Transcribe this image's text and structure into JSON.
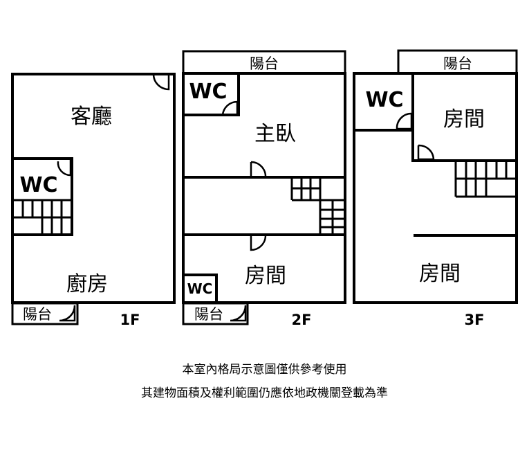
{
  "floors": [
    {
      "label": "1F",
      "rooms": {
        "living": "客廳",
        "wc": "WC",
        "kitchen": "廚房",
        "balcony": "陽台"
      }
    },
    {
      "label": "2F",
      "rooms": {
        "balcony_top": "陽台",
        "wc_top": "WC",
        "master": "主臥",
        "room": "房間",
        "wc_small": "WC",
        "balcony_bottom": "陽台"
      }
    },
    {
      "label": "3F",
      "rooms": {
        "balcony_top": "陽台",
        "wc": "WC",
        "room_top": "房間",
        "room_bottom": "房間"
      }
    }
  ],
  "disclaimer": [
    "本室內格局示意圖僅供參考使用",
    "其建物面積及權利範圍仍應依地政機關登載為準"
  ]
}
